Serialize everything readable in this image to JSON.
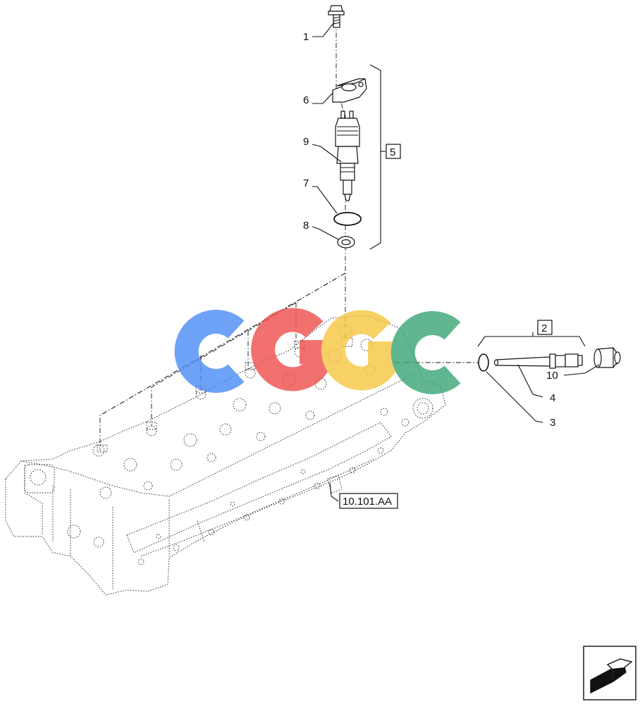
{
  "callouts": {
    "c1": "1",
    "c6": "6",
    "c9": "9",
    "c7": "7",
    "c8": "8",
    "c5": "5",
    "c2": "2",
    "c10": "10",
    "c4": "4",
    "c3": "3"
  },
  "reference": "10.101.AA",
  "watermark": {
    "letters": [
      "C",
      "G",
      "G",
      "C"
    ],
    "colors": [
      "#4f8ef5",
      "#ef5350",
      "#f6c744",
      "#3ea877"
    ]
  },
  "icons": {
    "nav": "return-arrow-icon"
  }
}
